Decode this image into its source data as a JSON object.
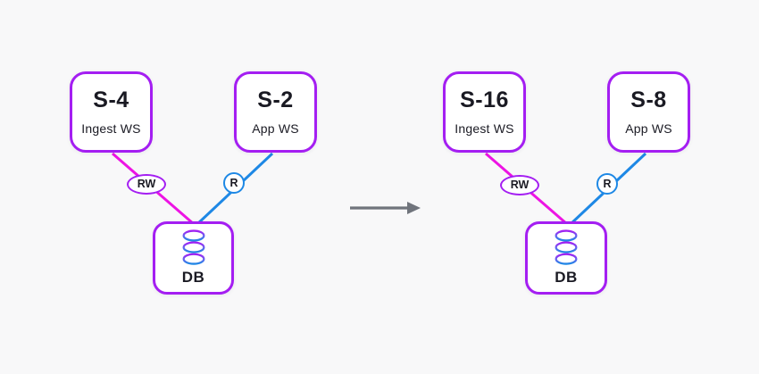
{
  "colors": {
    "bg": "#F8F8F9",
    "purple": "#A41EF2",
    "magenta": "#ED14E4",
    "blue": "#1E88E5",
    "arrow": "#70747C",
    "text": "#1A1A23"
  },
  "diagrams": [
    {
      "id": "before",
      "nodes": {
        "ingest": {
          "title": "S-4",
          "subtitle": "Ingest WS"
        },
        "app": {
          "title": "S-2",
          "subtitle": "App WS"
        },
        "db": {
          "label": "DB",
          "icon": "database-icon"
        }
      },
      "edges": {
        "write": {
          "label": "RW",
          "color": "#ED14E4"
        },
        "read": {
          "label": "R",
          "color": "#1E88E5"
        }
      }
    },
    {
      "id": "after",
      "nodes": {
        "ingest": {
          "title": "S-16",
          "subtitle": "Ingest WS"
        },
        "app": {
          "title": "S-8",
          "subtitle": "App WS"
        },
        "db": {
          "label": "DB",
          "icon": "database-icon"
        }
      },
      "edges": {
        "write": {
          "label": "RW",
          "color": "#ED14E4"
        },
        "read": {
          "label": "R",
          "color": "#1E88E5"
        }
      }
    }
  ],
  "transition": {
    "icon": "right-arrow-icon"
  }
}
